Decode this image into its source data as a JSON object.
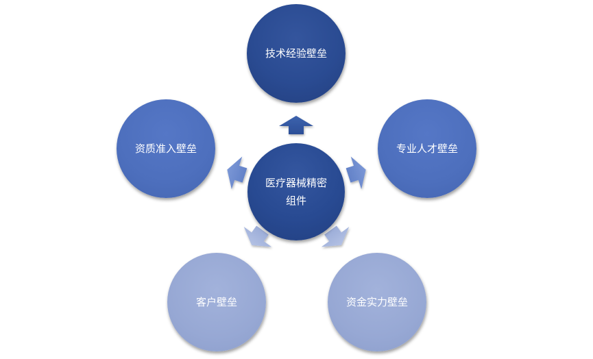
{
  "diagram": {
    "center": {
      "line1": "医疗器械精密",
      "line2": "组件"
    },
    "nodes": {
      "top": "技术经验壁垒",
      "left": "资质准入壁垒",
      "right": "专业人才壁垒",
      "bottom_left": "客户壁垒",
      "bottom_right": "资金实力壁垒"
    },
    "colors": {
      "dark_blue": "#2a4b92",
      "medium_blue": "#4d6fbd",
      "light_blue": "#97a8d4",
      "arrow_dark": "#34589f",
      "arrow_medium": "#6e8cd0",
      "arrow_light": "#a4b4dd"
    }
  }
}
